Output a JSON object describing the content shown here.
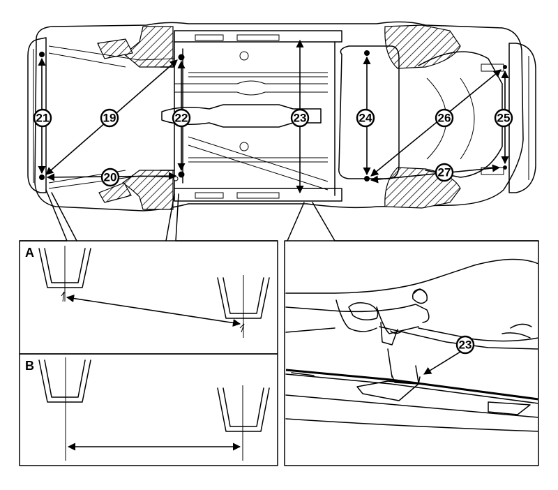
{
  "callouts": {
    "c19": "19",
    "c20": "20",
    "c21": "21",
    "c22": "22",
    "c23": "23",
    "c24": "24",
    "c25": "25",
    "c26": "26",
    "c27": "27",
    "detail_c23": "23"
  },
  "panels": {
    "a": "A",
    "b": "B"
  },
  "colors": {
    "line": "#000000",
    "background": "#ffffff"
  }
}
